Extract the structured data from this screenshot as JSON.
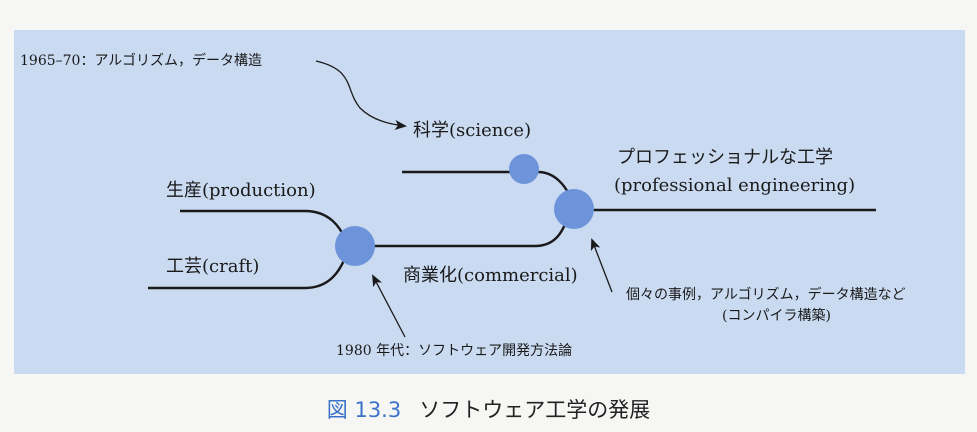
{
  "labels": {
    "history_1965": "1965–70：アルゴリズム，データ構造",
    "science": "科学(science)",
    "production": "生産(production)",
    "craft": "工芸(craft)",
    "commercial": "商業化(commercial)",
    "professional_line1": "プロフェッショナルな工学",
    "professional_line2": "(professional engineering)",
    "cases_line1": "個々の事例，アルゴリズム，データ構造など",
    "cases_line2": "(コンパイラ構築)",
    "history_1980": "1980 年代：ソフトウェア開発方法論"
  },
  "caption": {
    "number": "図 13.3",
    "title": "ソフトウェア工学の発展"
  },
  "colors": {
    "panel": "#c9daf1",
    "node": "#6d93db",
    "line": "#1a1a1a",
    "caption_accent": "#3a73c9"
  }
}
